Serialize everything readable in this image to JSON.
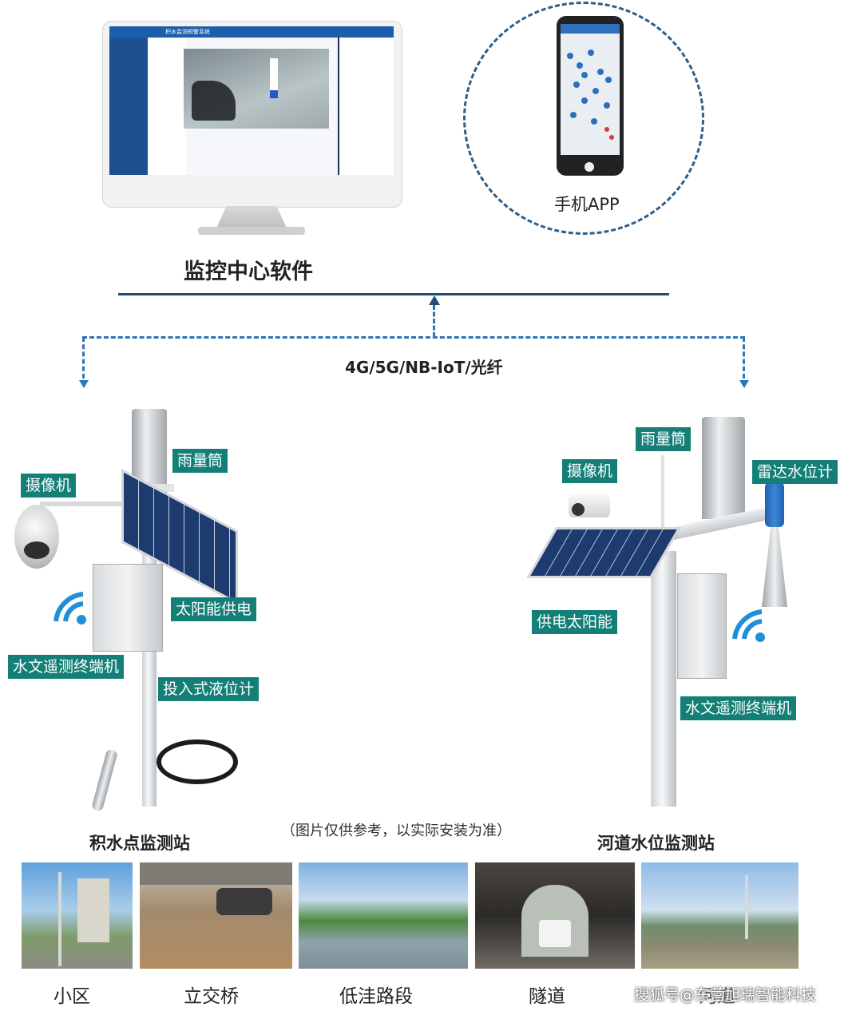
{
  "center": {
    "title": "监控中心软件"
  },
  "screen": {
    "header": "积水监测预警系统"
  },
  "app": {
    "label": "手机APP"
  },
  "network": {
    "label": "4G/5G/NB-IoT/光纤"
  },
  "left_station": {
    "title": "积水点监测站",
    "labels": {
      "rain_gauge": "雨量筒",
      "camera": "摄像机",
      "solar": "太阳能供电",
      "terminal": "水文遥测终端机",
      "level_sensor": "投入式液位计"
    }
  },
  "right_station": {
    "title": "河道水位监测站",
    "labels": {
      "rain_gauge": "雨量筒",
      "camera": "摄像机",
      "radar": "雷达水位计",
      "solar": "供电太阳能",
      "terminal": "水文遥测终端机"
    }
  },
  "note": "（图片仅供参考，以实际安装为准）",
  "scenes": [
    "小区",
    "立交桥",
    "低洼路段",
    "隧道",
    "河道"
  ],
  "watermark": "搜狐号@东营旭瑞智能科技",
  "colors": {
    "label_bg": "#137f77",
    "line": "#1f4e79",
    "dash": "#2e75b6"
  }
}
